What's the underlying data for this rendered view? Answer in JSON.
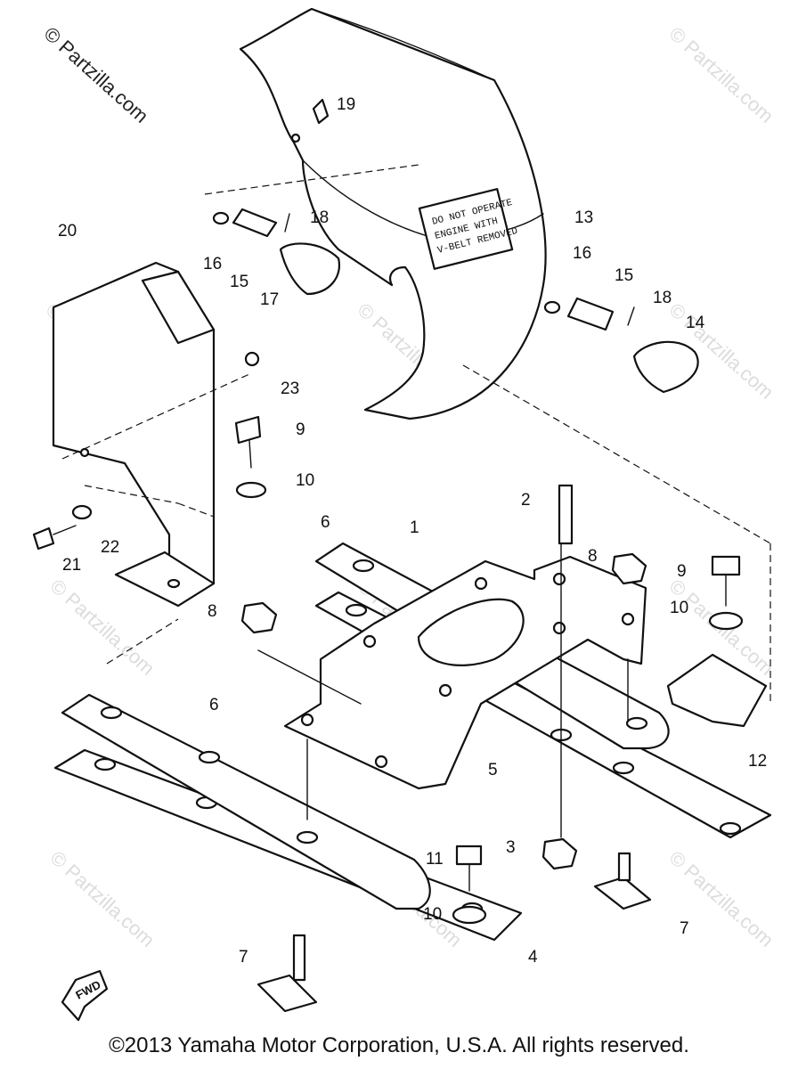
{
  "watermark": {
    "main": "© Partzilla.com",
    "repeat": "© Partzilla.com"
  },
  "hood_label": {
    "line1": "DO NOT OPERATE",
    "line2": "ENGINE WITH",
    "line3": "V-BELT REMOVED"
  },
  "fwd_arrow": "FWD",
  "callouts": [
    "1",
    "2",
    "3",
    "4",
    "5",
    "6",
    "6",
    "7",
    "7",
    "8",
    "8",
    "9",
    "9",
    "10",
    "10",
    "10",
    "11",
    "12",
    "13",
    "14",
    "15",
    "15",
    "16",
    "16",
    "17",
    "18",
    "18",
    "19",
    "20",
    "21",
    "22",
    "23"
  ],
  "footer": {
    "copyright": "©2013 Yamaha Motor Corporation, U.S.A. All rights reserved."
  }
}
